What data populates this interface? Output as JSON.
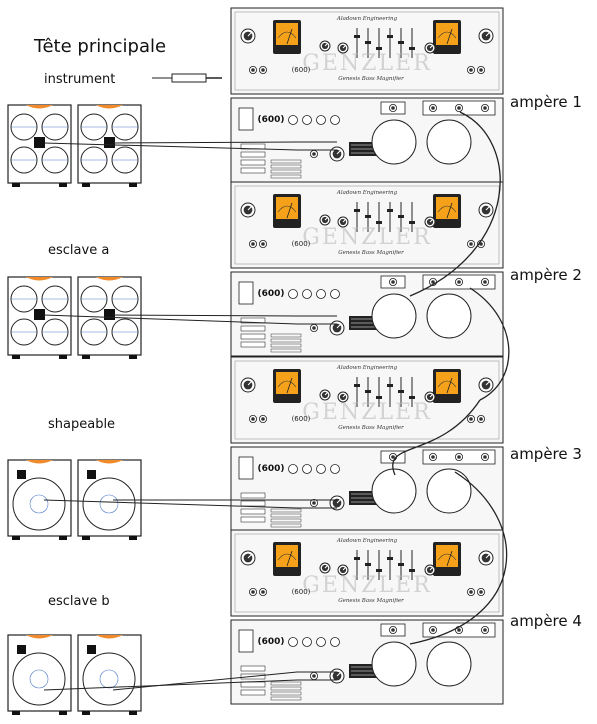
{
  "diagram": {
    "title": "Tête principale",
    "input_label": "instrument",
    "group_labels": [
      "esclave a",
      "shapeable",
      "esclave b"
    ],
    "amp_labels": [
      "ampère 1",
      "ampère 2",
      "ampère 3",
      "ampère 4"
    ],
    "head_brand": "Aladown Engineering",
    "head_model": "Genesis Bass Magnifier",
    "power_rating": "(600)",
    "logo_text": "GENZLER",
    "colors": {
      "meter": "#f5a21a",
      "cab_trim": "#f08a2a",
      "ink": "#222222",
      "panel": "#f7f7f7",
      "speaker_line": "#4a78c8"
    }
  }
}
